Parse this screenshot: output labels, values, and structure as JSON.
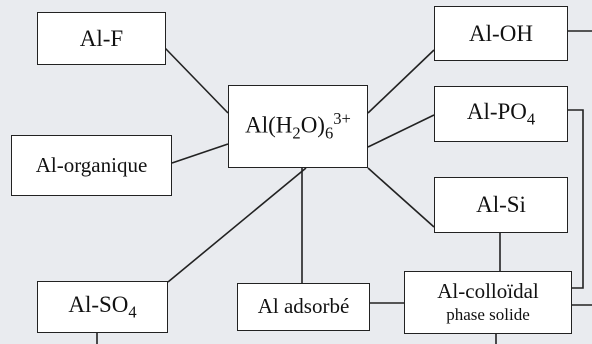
{
  "nodes": {
    "al_f": "Al-F",
    "al_oh": "Al-OH",
    "al_organique": "Al-organique",
    "al_po4_base": "Al-PO",
    "al_po4_sub": "4",
    "center_base": "Al(H",
    "center_h_sub": "2",
    "center_o": "O)",
    "center_sub": "6",
    "center_sup": "3+",
    "al_si": "Al-Si",
    "al_so4_base": "Al-SO",
    "al_so4_sub": "4",
    "al_adsorbe": "Al adsorbé",
    "colloidal_line1": "Al-colloïdal",
    "colloidal_line2": "phase solide"
  }
}
